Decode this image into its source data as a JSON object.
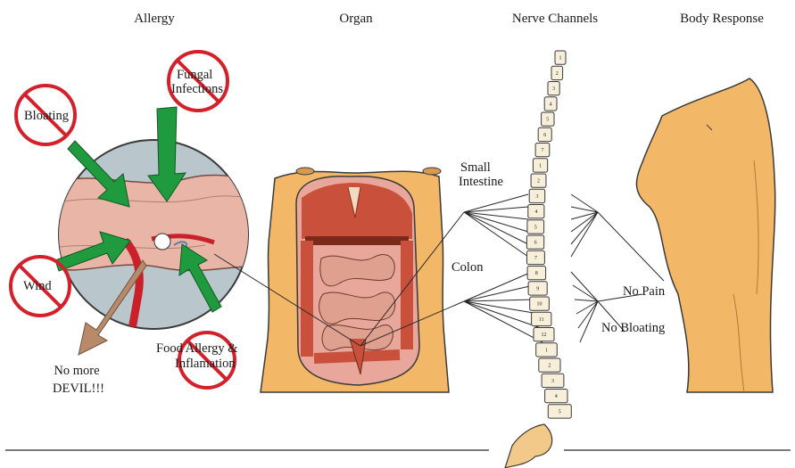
{
  "headers": {
    "allergy": "Allergy",
    "organ": "Organ",
    "nerve_channels": "Nerve Channels",
    "body_response": "Body Response"
  },
  "allergens": {
    "fungal_line1": "Fungal",
    "fungal_line2": "Infections",
    "bloating": "Bloating",
    "wind": "Wind",
    "food_line1": "Food Allergy &",
    "food_line2": "Inflamation"
  },
  "outcome": {
    "line1": "No more",
    "line2": "DEVIL!!!"
  },
  "organ_labels": {
    "small_intestine_line1": "Small",
    "small_intestine_line2": "Intestine",
    "colon": "Colon"
  },
  "responses": {
    "no_pain": "No Pain",
    "no_bloating": "No Bloating"
  },
  "vertebrae": [
    "1",
    "2",
    "3",
    "4",
    "5",
    "6",
    "7",
    "1",
    "2",
    "3",
    "4",
    "5",
    "6",
    "7",
    "8",
    "9",
    "10",
    "11",
    "12",
    "1",
    "2",
    "3",
    "4",
    "5"
  ],
  "colors": {
    "skin": "#f3b867",
    "outline": "#3a3a3a",
    "intestine": "#e8a79a",
    "colon": "#c9503a",
    "arrow_green": "#1f9a3e",
    "forbidden_red": "#d4202a",
    "lens_bg": "#b9c6cc",
    "arrow_brown": "#b88a6a",
    "bone": "#f7efd9"
  }
}
